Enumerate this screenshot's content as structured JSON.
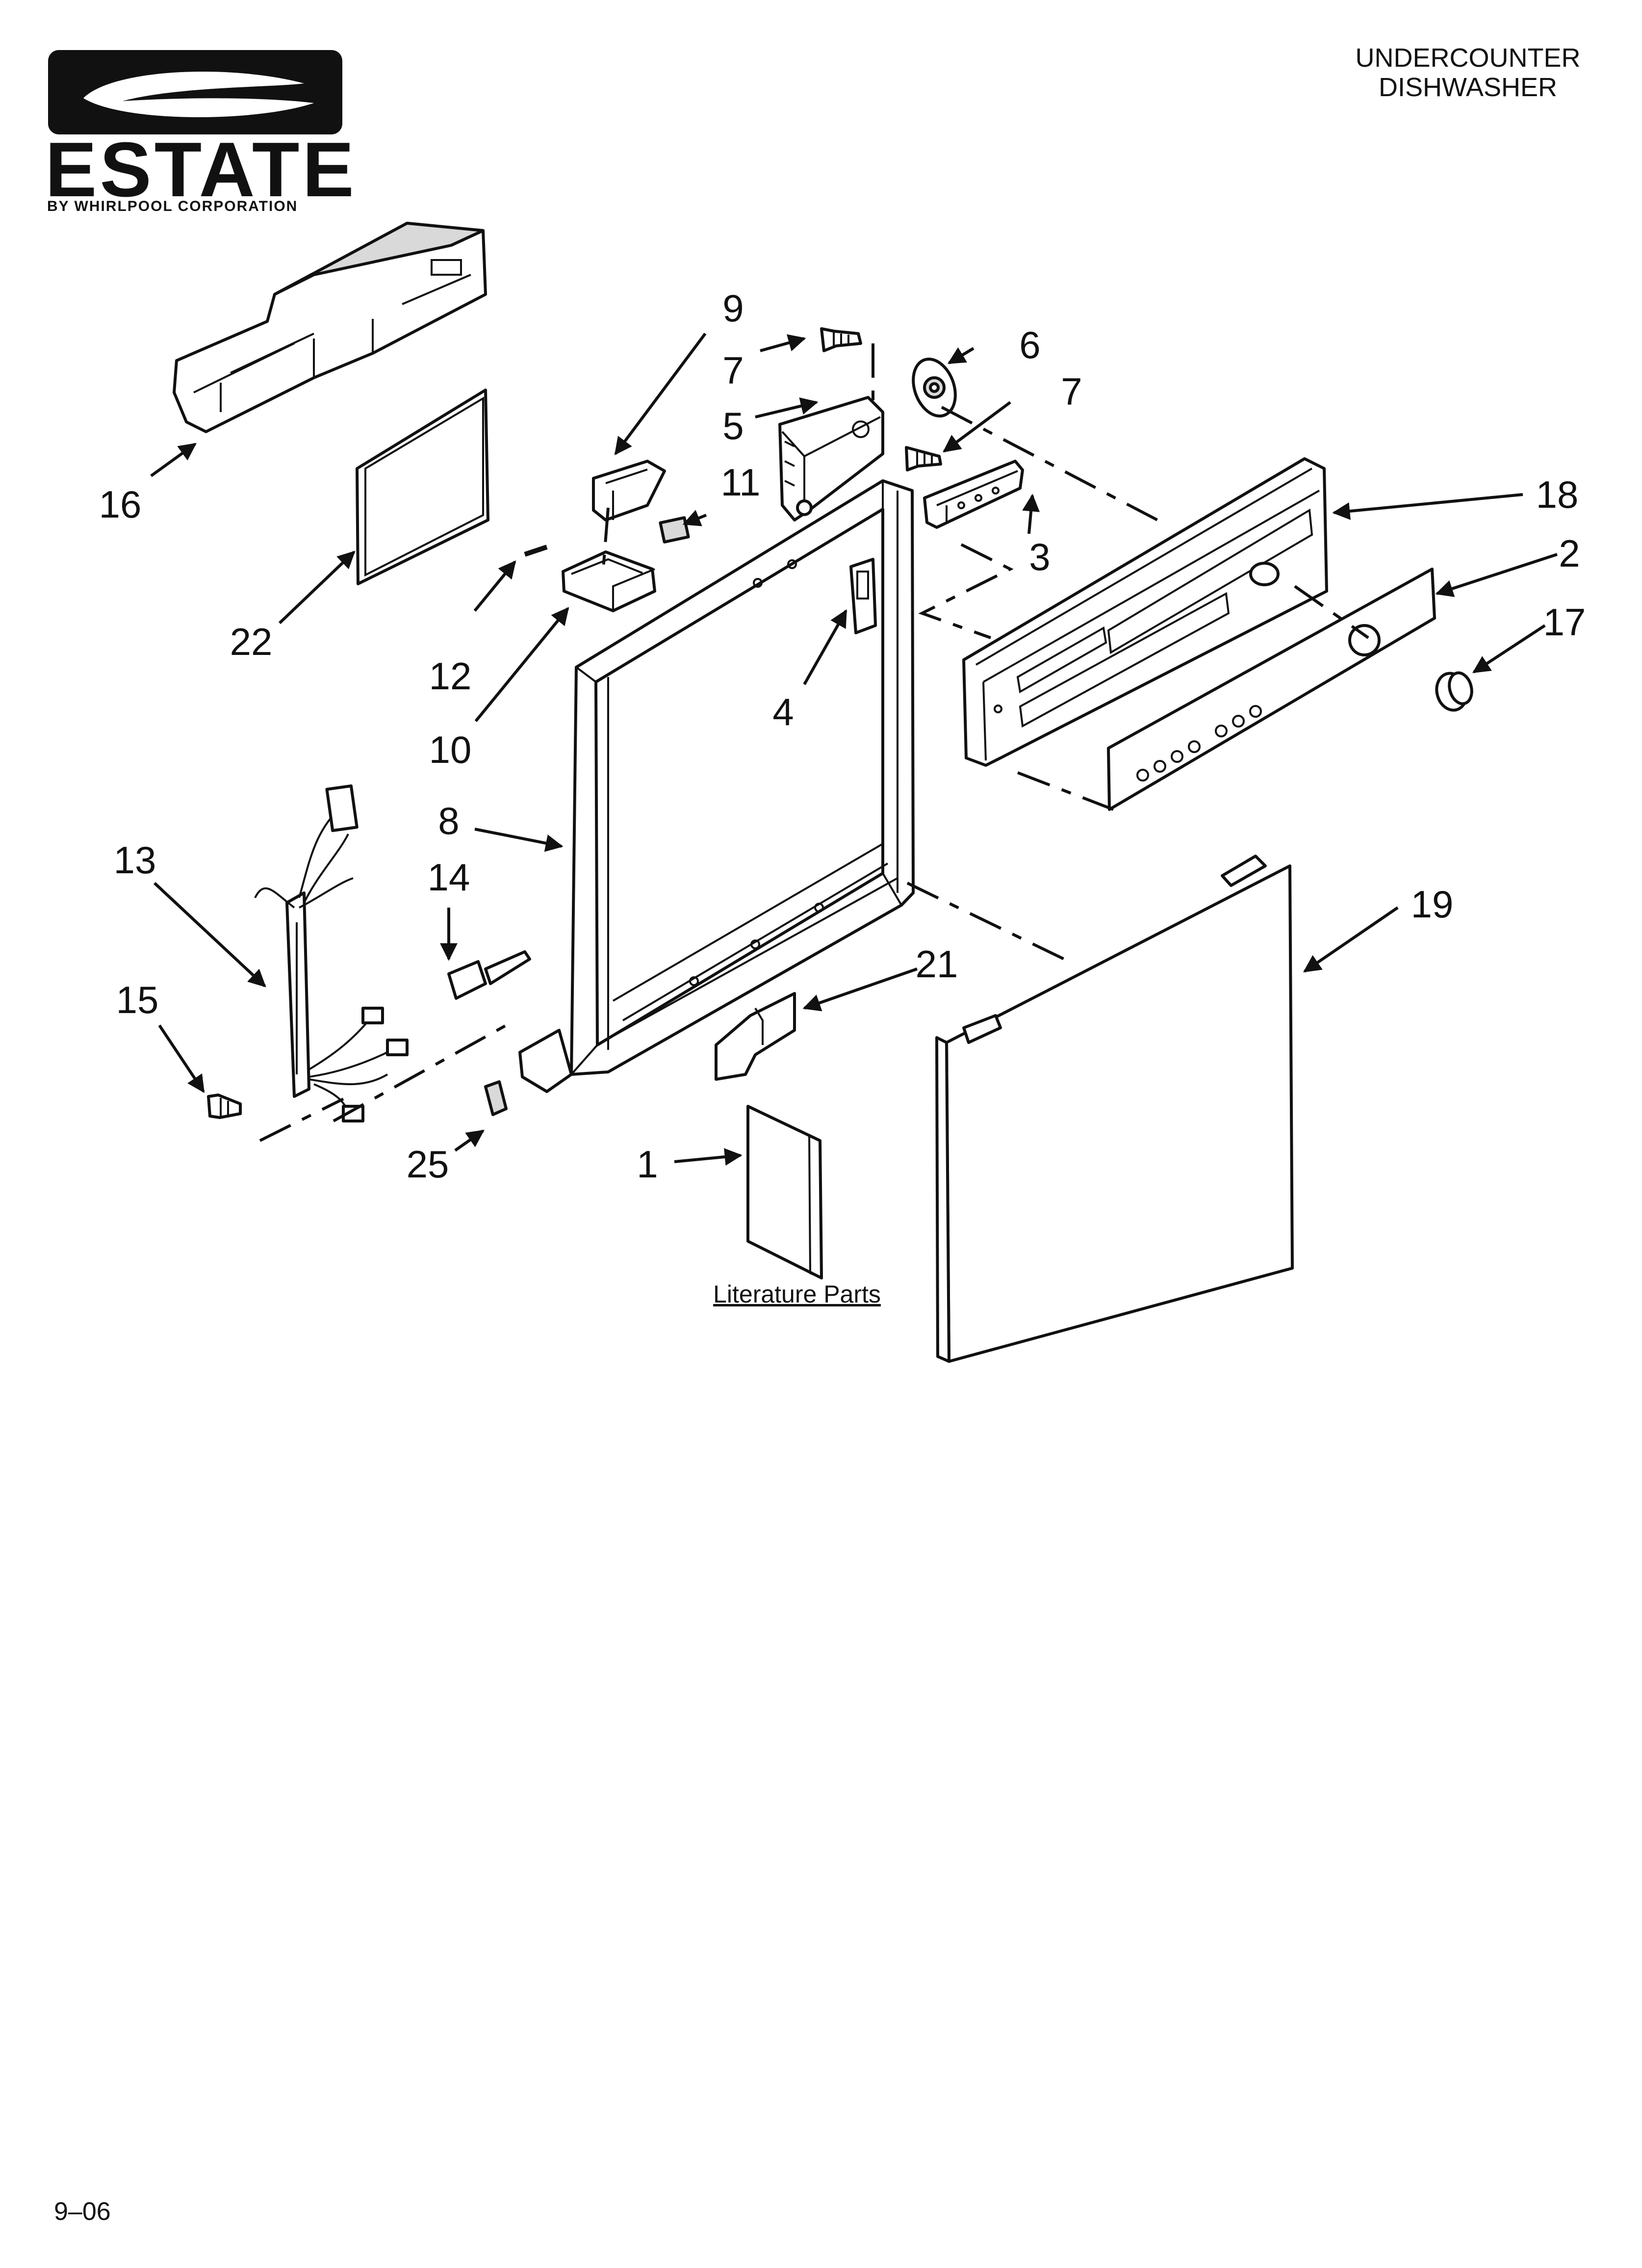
{
  "brand": {
    "name": "ESTATE",
    "tagline": "BY WHIRLPOOL CORPORATION"
  },
  "title": {
    "line1": "UNDERCOUNTER",
    "line2": "DISHWASHER"
  },
  "callouts": [
    "1",
    "2",
    "3",
    "4",
    "5",
    "6",
    "7",
    "7",
    "8",
    "9",
    "10",
    "11",
    "12",
    "13",
    "14",
    "15",
    "16",
    "17",
    "18",
    "19",
    "21",
    "22",
    "25"
  ],
  "literature_label": "Literature Parts",
  "date_code": "9–06"
}
